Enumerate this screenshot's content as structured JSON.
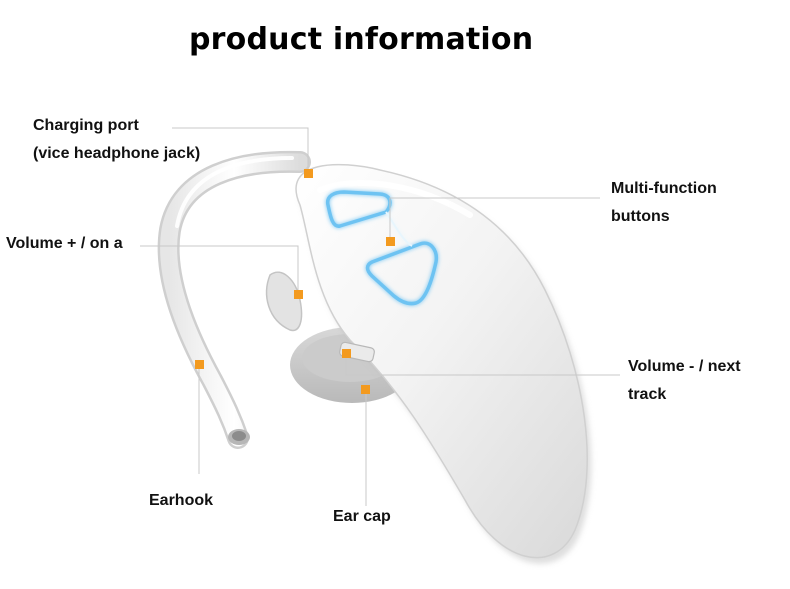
{
  "title": "product information",
  "labels": {
    "charging_port_line1": "Charging port",
    "charging_port_line2": "(vice headphone jack)",
    "multi_function_line1": "Multi-function",
    "multi_function_line2": "buttons",
    "volume_up": "Volume + / on a",
    "volume_down_line1": "Volume - / next",
    "volume_down_line2": "track",
    "earhook": "Earhook",
    "ear_cap": "Ear cap"
  },
  "colors": {
    "marker": "#f39a1f",
    "leader_line": "#c8c8c8",
    "button_glow": "#6ec3f2",
    "body": "#f2f2f2"
  }
}
